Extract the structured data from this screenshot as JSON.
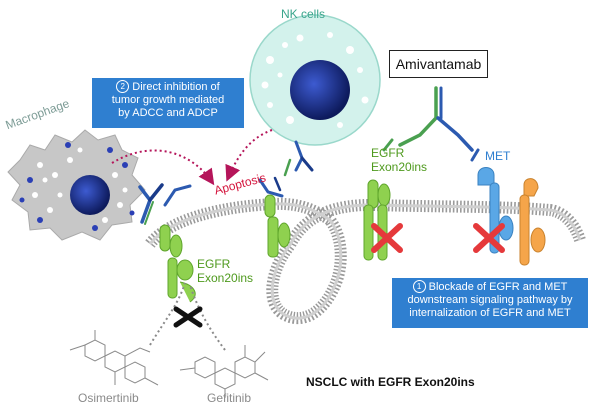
{
  "labels": {
    "nk_cells": "NK cells",
    "macrophage": "Macrophage",
    "apoptosis": "Apoptosis",
    "amivantamab": "Amivantamab",
    "egfr_left_line1": "EGFR",
    "egfr_left_line2": "Exon20ins",
    "egfr_right_line1": "EGFR",
    "egfr_right_line2": "Exon20ins",
    "met": "MET",
    "osimertinib": "Osimertinib",
    "gefitinib": "Gefitinib",
    "nsclc": "NSCLC with EGFR Exon20ins"
  },
  "boxes": {
    "box2": {
      "number": "2",
      "line1": "Direct inhibition of",
      "line2": "tumor growth mediated",
      "line3": "by ADCC and ADCP"
    },
    "box1": {
      "number": "1",
      "line1": "Blockade of EGFR and MET",
      "line2": "downstream signaling pathway by",
      "line3": "internalization of EGFR and MET"
    }
  },
  "colors": {
    "egfr_green": "#8fd14f",
    "met_blue": "#5aa7e6",
    "met_orange": "#f5a54a",
    "box_blue": "#2f7fd0",
    "block_red": "#e5393b",
    "nk_cell": "#d3f2ec",
    "nucleus": "#1a2f8a",
    "apoptosis_red": "#d4143c",
    "arrow_magenta": "#b5155a"
  }
}
